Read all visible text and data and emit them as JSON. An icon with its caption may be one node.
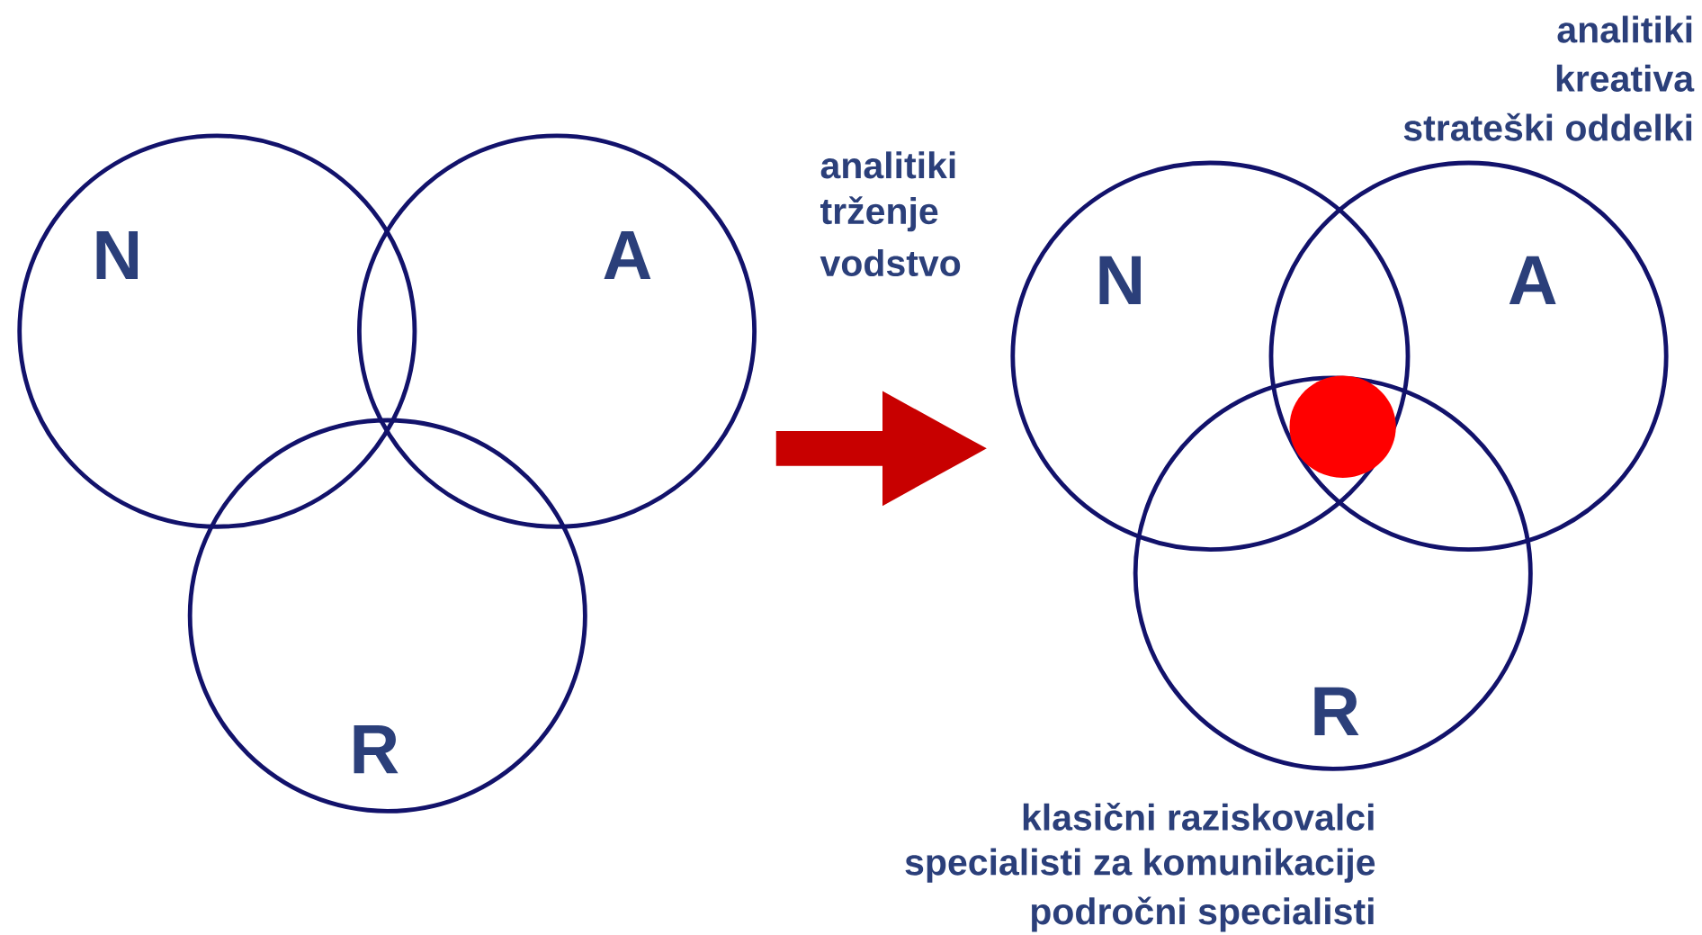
{
  "diagram": {
    "nodes": [
      {
        "text": [
          "N"
        ]
      },
      {
        "text": [
          "A"
        ]
      },
      {
        "text": [
          "R"
        ]
      },
      {
        "text": [
          "N"
        ]
      },
      {
        "text": [
          "A"
        ]
      },
      {
        "text": [
          "R"
        ]
      },
      {
        "text": [],
        "shape": "circle"
      }
    ],
    "edges": [
      {
        "from": 1,
        "to": 3,
        "arrow": "to"
      }
    ],
    "labels": [
      "analitiki",
      "kreativa",
      "strateški oddelki",
      "analitiki",
      "trženje",
      "vodstvo",
      "klasični raziskovalci",
      "specialisti za komunikacije",
      "področni specialisti"
    ]
  }
}
